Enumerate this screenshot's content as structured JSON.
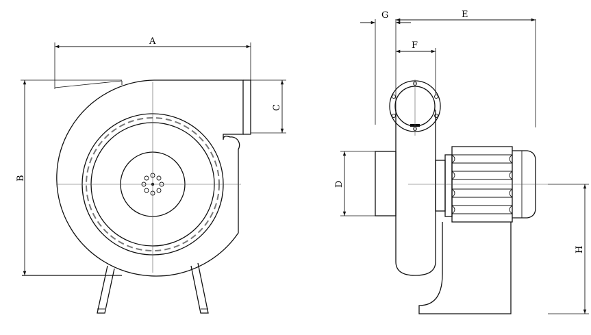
{
  "dimension_labels": {
    "A": "A",
    "B": "B",
    "C": "C",
    "D": "D",
    "E": "E",
    "F": "F",
    "G": "G",
    "H": "H"
  }
}
